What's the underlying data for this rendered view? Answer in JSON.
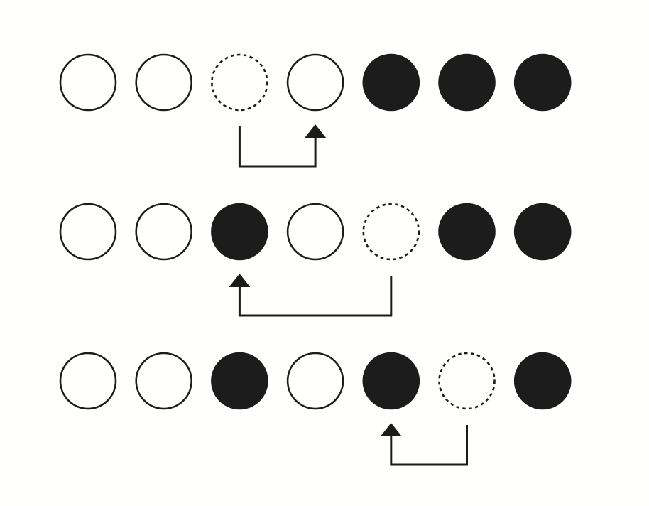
{
  "colors": {
    "ink": "#1c1c1c",
    "paper": "#fffffd"
  },
  "rows": [
    {
      "slots": [
        "white",
        "white",
        "empty",
        "white",
        "black",
        "black",
        "black"
      ],
      "move": {
        "from": 2,
        "to": 3
      }
    },
    {
      "slots": [
        "white",
        "white",
        "black",
        "white",
        "empty",
        "black",
        "black"
      ],
      "move": {
        "from": 4,
        "to": 2
      }
    },
    {
      "slots": [
        "white",
        "white",
        "black",
        "white",
        "black",
        "empty",
        "black"
      ],
      "move": {
        "from": 5,
        "to": 4
      }
    }
  ]
}
